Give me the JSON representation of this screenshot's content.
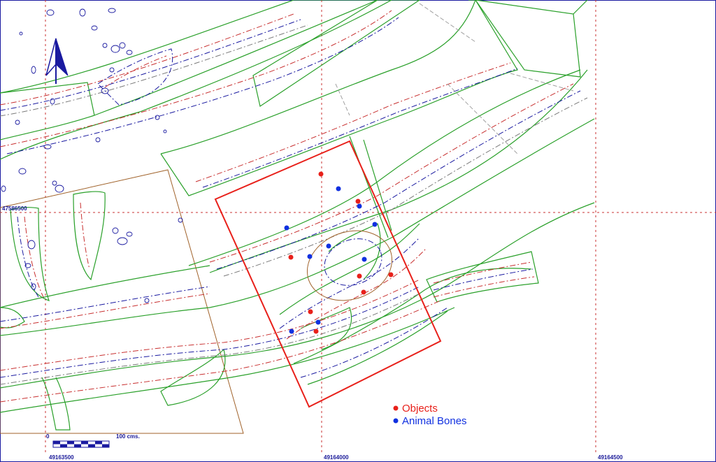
{
  "map": {
    "grid_labels": {
      "northing": "47586500",
      "easting_1": "49163500",
      "easting_2": "49164000",
      "easting_3": "49164500"
    },
    "scale_bar": {
      "zero_label": "0",
      "end_label": "100 cms."
    },
    "legend": {
      "objects_label": "Objects",
      "animal_bones_label": "Animal Bones"
    },
    "colors": {
      "objects": "#e8201a",
      "animal_bones": "#1030e0",
      "excavation_box": "#e8201a",
      "contour_green": "#2aa02a",
      "grid_red": "#c83030",
      "north_arrow": "#1a1aa0",
      "trench_outline": "#a0622a"
    }
  }
}
